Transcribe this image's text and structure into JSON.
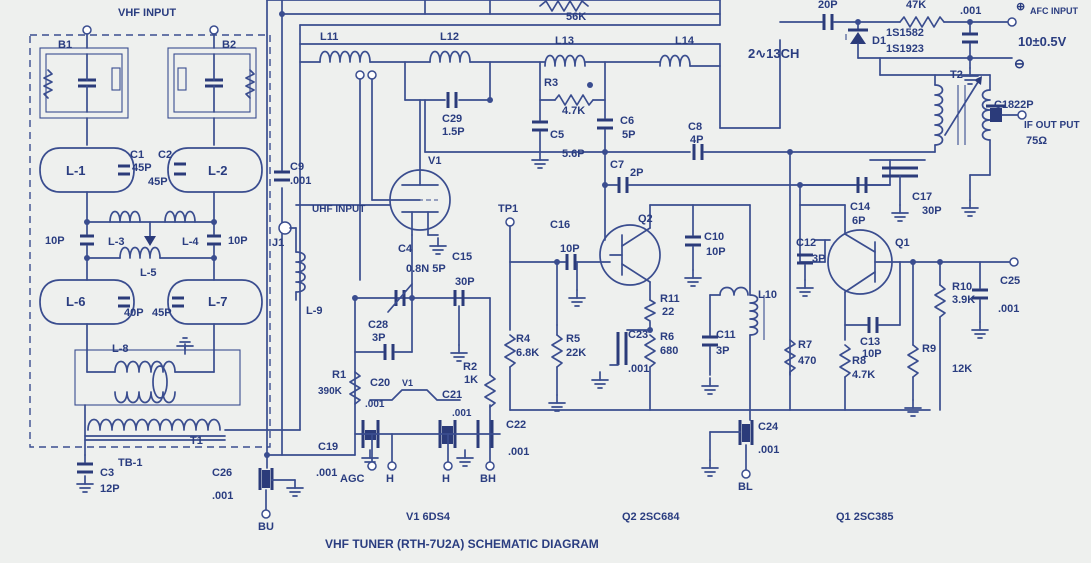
{
  "diagram": {
    "title": "VHF TUNER (RTH-7U2A) SCHEMATIC DIAGRAM",
    "vhf_input_label": "VHF INPUT",
    "uhf_input_label": "UHF INPUT",
    "afc_label": "AFC INPUT",
    "afc_symbol": "⊕",
    "afc_voltage": "10±0.5V",
    "ground_symbol": "⊖",
    "channel_range": "2∿13CH",
    "if_output_label": "IF OUT PUT",
    "if_output_impedance": "75Ω",
    "tp1_label": "TP1",
    "q1_type": "Q1 2SC385",
    "q2_type": "Q2 2SC684",
    "v1_type": "V1 6DS4",
    "color_wire": "#3a4d8f",
    "color_background": "#eef0ee"
  },
  "components": {
    "b1": "B1",
    "b2": "B2",
    "l_1": "L-1",
    "l_2": "L-2",
    "l_3": "L-3",
    "l_4": "L-4",
    "l_5": "L-5",
    "l_6": "L-6",
    "l_7": "L-7",
    "l_8": "L-8",
    "l_9": "L-9",
    "l10": "L10",
    "l11": "L11",
    "l12": "L12",
    "l13": "L13",
    "l14": "L14",
    "t1": "T1",
    "t2": "T2",
    "tb1": "TB-1",
    "j1": "J1",
    "v1": "V1",
    "q1": "Q1",
    "q2": "Q2",
    "d1": "D1",
    "c1": "C1",
    "c1_val": "45P",
    "c2": "C2",
    "c2_val": "45P",
    "c3": "C3",
    "c3_val": "12P",
    "c_l3_left_val": "10P",
    "c_l4_right_val": "10P",
    "c_l6_val": "40P",
    "c_l7_val": "45P",
    "c4": "C4",
    "c4_val": "0.8N 5P",
    "c5": "C5",
    "c5_val": "5.6P",
    "c6": "C6",
    "c6_val": "5P",
    "c7": "C7",
    "c7_val": "2P",
    "c8": "C8",
    "c8_val": "4P",
    "c9": "C9",
    "c9_val": ".001",
    "c10": "C10",
    "c10_val": "10P",
    "c11": "C11",
    "c11_val": "3P",
    "c12": "C12",
    "c12_val": "3P",
    "c13": "C13",
    "c13_val": "10P",
    "c14": "C14",
    "c14_val": "6P",
    "c15": "C15",
    "c15_val": "30P",
    "c16": "C16",
    "c16_val": "10P",
    "c17": "C17",
    "c17_val": "30P",
    "c18": "C18",
    "c18_val": "22P",
    "c19": "C19",
    "c19_val": ".001",
    "c20": "C20",
    "c20_val": ".001",
    "c21": "C21",
    "c21_val": ".001",
    "c22": "C22",
    "c22_val": ".001",
    "c23": "C23",
    "c23_val": ".001",
    "c24": "C24",
    "c24_val": ".001",
    "c25": "C25",
    "c25_val": ".001",
    "c26": "C26",
    "c26_val": ".001",
    "c28": "C28",
    "c28_val": "3P",
    "c29": "C29",
    "c29_val": "1.5P",
    "c_top_val": "20P",
    "c_afc_val": ".001",
    "r1": "R1",
    "r1_val": "390K",
    "r2": "R2",
    "r2_val": "1K",
    "r3": "R3",
    "r3_val": "4.7K",
    "r4": "R4",
    "r4_val": "6.8K",
    "r5": "R5",
    "r5_val": "22K",
    "r6": "R6",
    "r6_val": "680",
    "r7": "R7",
    "r7_val": "470",
    "r8": "R8",
    "r8_val": "4.7K",
    "r9": "R9",
    "r9_val": "12K",
    "r10": "R10",
    "r10_val": "3.9K",
    "r11": "R11",
    "r11_val": "22",
    "r_top_val": "56K",
    "r_afc_val": "47K",
    "d1_types": [
      "1S1582",
      "1S1923"
    ],
    "term_agc": "AGC",
    "term_h1": "H",
    "term_h2": "H",
    "term_bh": "BH",
    "term_bu": "BU",
    "term_bl": "BL",
    "tuner_v1_ref": "V1"
  }
}
